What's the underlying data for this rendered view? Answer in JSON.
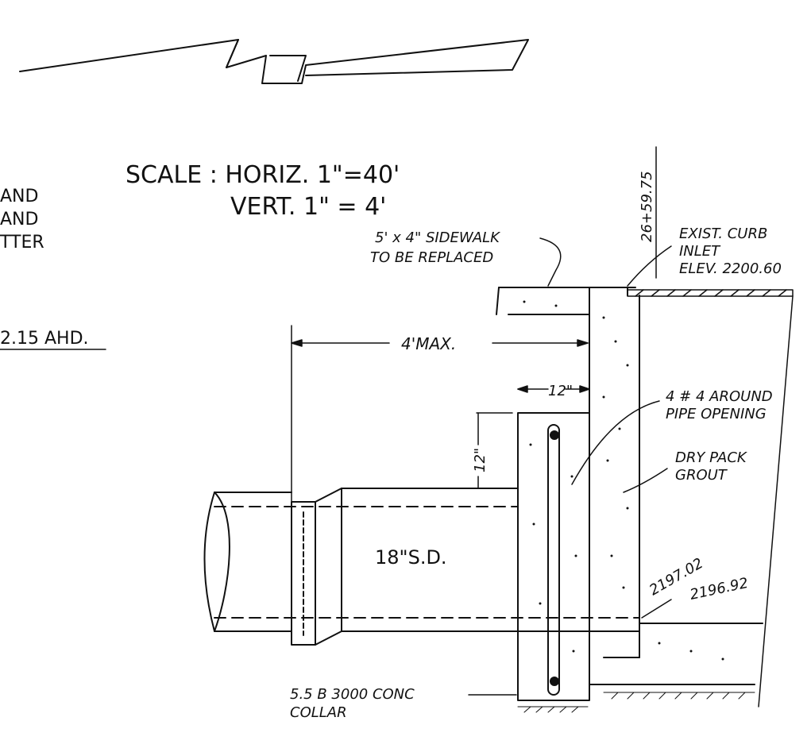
{
  "labels": {
    "scale_line1": "SCALE : HORIZ. 1\"=40'",
    "scale_line2": "VERT. 1\" = 4'",
    "left_partial_1": "AND",
    "left_partial_2": "AND",
    "left_partial_3": "TTER",
    "left_partial_4": "2.15 AHD.",
    "station": "26+59.75",
    "sidewalk_1": "5' x 4\" SIDEWALK",
    "sidewalk_2": "TO BE REPLACED",
    "curb_1": "EXIST. CURB",
    "curb_2": "INLET",
    "curb_3": "ELEV. 2200.60",
    "max_dim": "4'MAX.",
    "dim_12_horiz": "12\"",
    "dim_12_vert": "12\"",
    "rebar_1": "4 # 4 AROUND",
    "rebar_2": "PIPE OPENING",
    "grout_1": "DRY PACK",
    "grout_2": "GROUT",
    "pipe": "18\"S.D.",
    "elev_1": "2197.02",
    "elev_2": "2196.92",
    "collar_1": "5.5 B 3000 CONC",
    "collar_2": "COLLAR"
  }
}
